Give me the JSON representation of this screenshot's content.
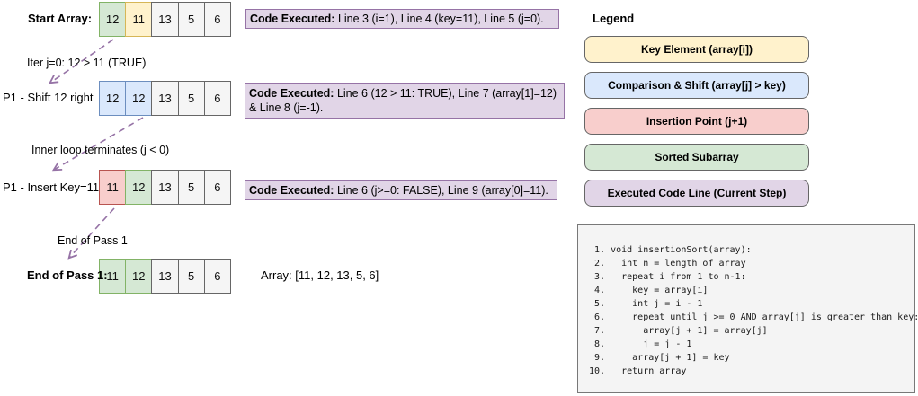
{
  "palette": {
    "key": {
      "fill": "#fff2cc",
      "stroke": "#d6b656"
    },
    "comparison": {
      "fill": "#dae8fc",
      "stroke": "#6c8ebf"
    },
    "insertion": {
      "fill": "#f8cecc",
      "stroke": "#b85450"
    },
    "sorted": {
      "fill": "#d5e8d4",
      "stroke": "#82b366"
    },
    "executed": {
      "fill": "#e1d5e7",
      "stroke": "#9673a6"
    },
    "plain": {
      "fill": "#f5f5f5",
      "stroke": "#666666"
    },
    "arrow": "#9673a6"
  },
  "rows": [
    {
      "label": "Start Array:",
      "cells": [
        {
          "v": "12",
          "type": "sorted"
        },
        {
          "v": "11",
          "type": "key"
        },
        {
          "v": "13",
          "type": "plain"
        },
        {
          "v": "5",
          "type": "plain"
        },
        {
          "v": "6",
          "type": "plain"
        }
      ]
    },
    {
      "label": "P1 - Shift 12 right",
      "cells": [
        {
          "v": "12",
          "type": "comparison"
        },
        {
          "v": "12",
          "type": "comparison"
        },
        {
          "v": "13",
          "type": "plain"
        },
        {
          "v": "5",
          "type": "plain"
        },
        {
          "v": "6",
          "type": "plain"
        }
      ]
    },
    {
      "label": "P1 - Insert Key=11",
      "cells": [
        {
          "v": "11",
          "type": "insertion"
        },
        {
          "v": "12",
          "type": "sorted"
        },
        {
          "v": "13",
          "type": "plain"
        },
        {
          "v": "5",
          "type": "plain"
        },
        {
          "v": "6",
          "type": "plain"
        }
      ]
    },
    {
      "label": "End of Pass 1:",
      "cells": [
        {
          "v": "11",
          "type": "sorted"
        },
        {
          "v": "12",
          "type": "sorted"
        },
        {
          "v": "13",
          "type": "plain"
        },
        {
          "v": "5",
          "type": "plain"
        },
        {
          "v": "6",
          "type": "plain"
        }
      ]
    }
  ],
  "step_notes": [
    "Iter j=0: 12 > 11 (TRUE)",
    "Inner loop terminates (j < 0)",
    "End of Pass 1"
  ],
  "result_text": "Array: [11, 12, 13, 5, 6]",
  "code_boxes": [
    {
      "prefix": "Code Executed:",
      "line1": " Line 3 (i=1), Line 4 (key=11), Line 5 (j=0).",
      "line2": ""
    },
    {
      "prefix": "Code Executed:",
      "line1": " Line 6 (12 > 11: TRUE), Line 7 (array[1]=12)",
      "line2": "& Line 8 (j=-1)."
    },
    {
      "prefix": "Code Executed:",
      "line1": " Line 6 (j>=0: FALSE), Line 9 (array[0]=11).",
      "line2": ""
    }
  ],
  "legend": {
    "title": "Legend",
    "items": [
      {
        "label": "Key Element (array[i])",
        "type": "key"
      },
      {
        "label": "Comparison & Shift (array[j] > key)",
        "type": "comparison"
      },
      {
        "label": "Insertion Point (j+1)",
        "type": "insertion"
      },
      {
        "label": "Sorted Subarray",
        "type": "sorted"
      },
      {
        "label": "Executed Code Line (Current Step)",
        "type": "executed"
      }
    ]
  },
  "pseudocode": [
    " 1. void insertionSort(array):",
    " 2.   int n = length of array",
    " 3.   repeat i from 1 to n-1:",
    " 4.     key = array[i]",
    " 5.     int j = i - 1",
    " 6.     repeat until j >= 0 AND array[j] is greater than key:",
    " 7.       array[j + 1] = array[j]",
    " 8.       j = j - 1",
    " 9.     array[j + 1] = key",
    "10.   return array"
  ]
}
